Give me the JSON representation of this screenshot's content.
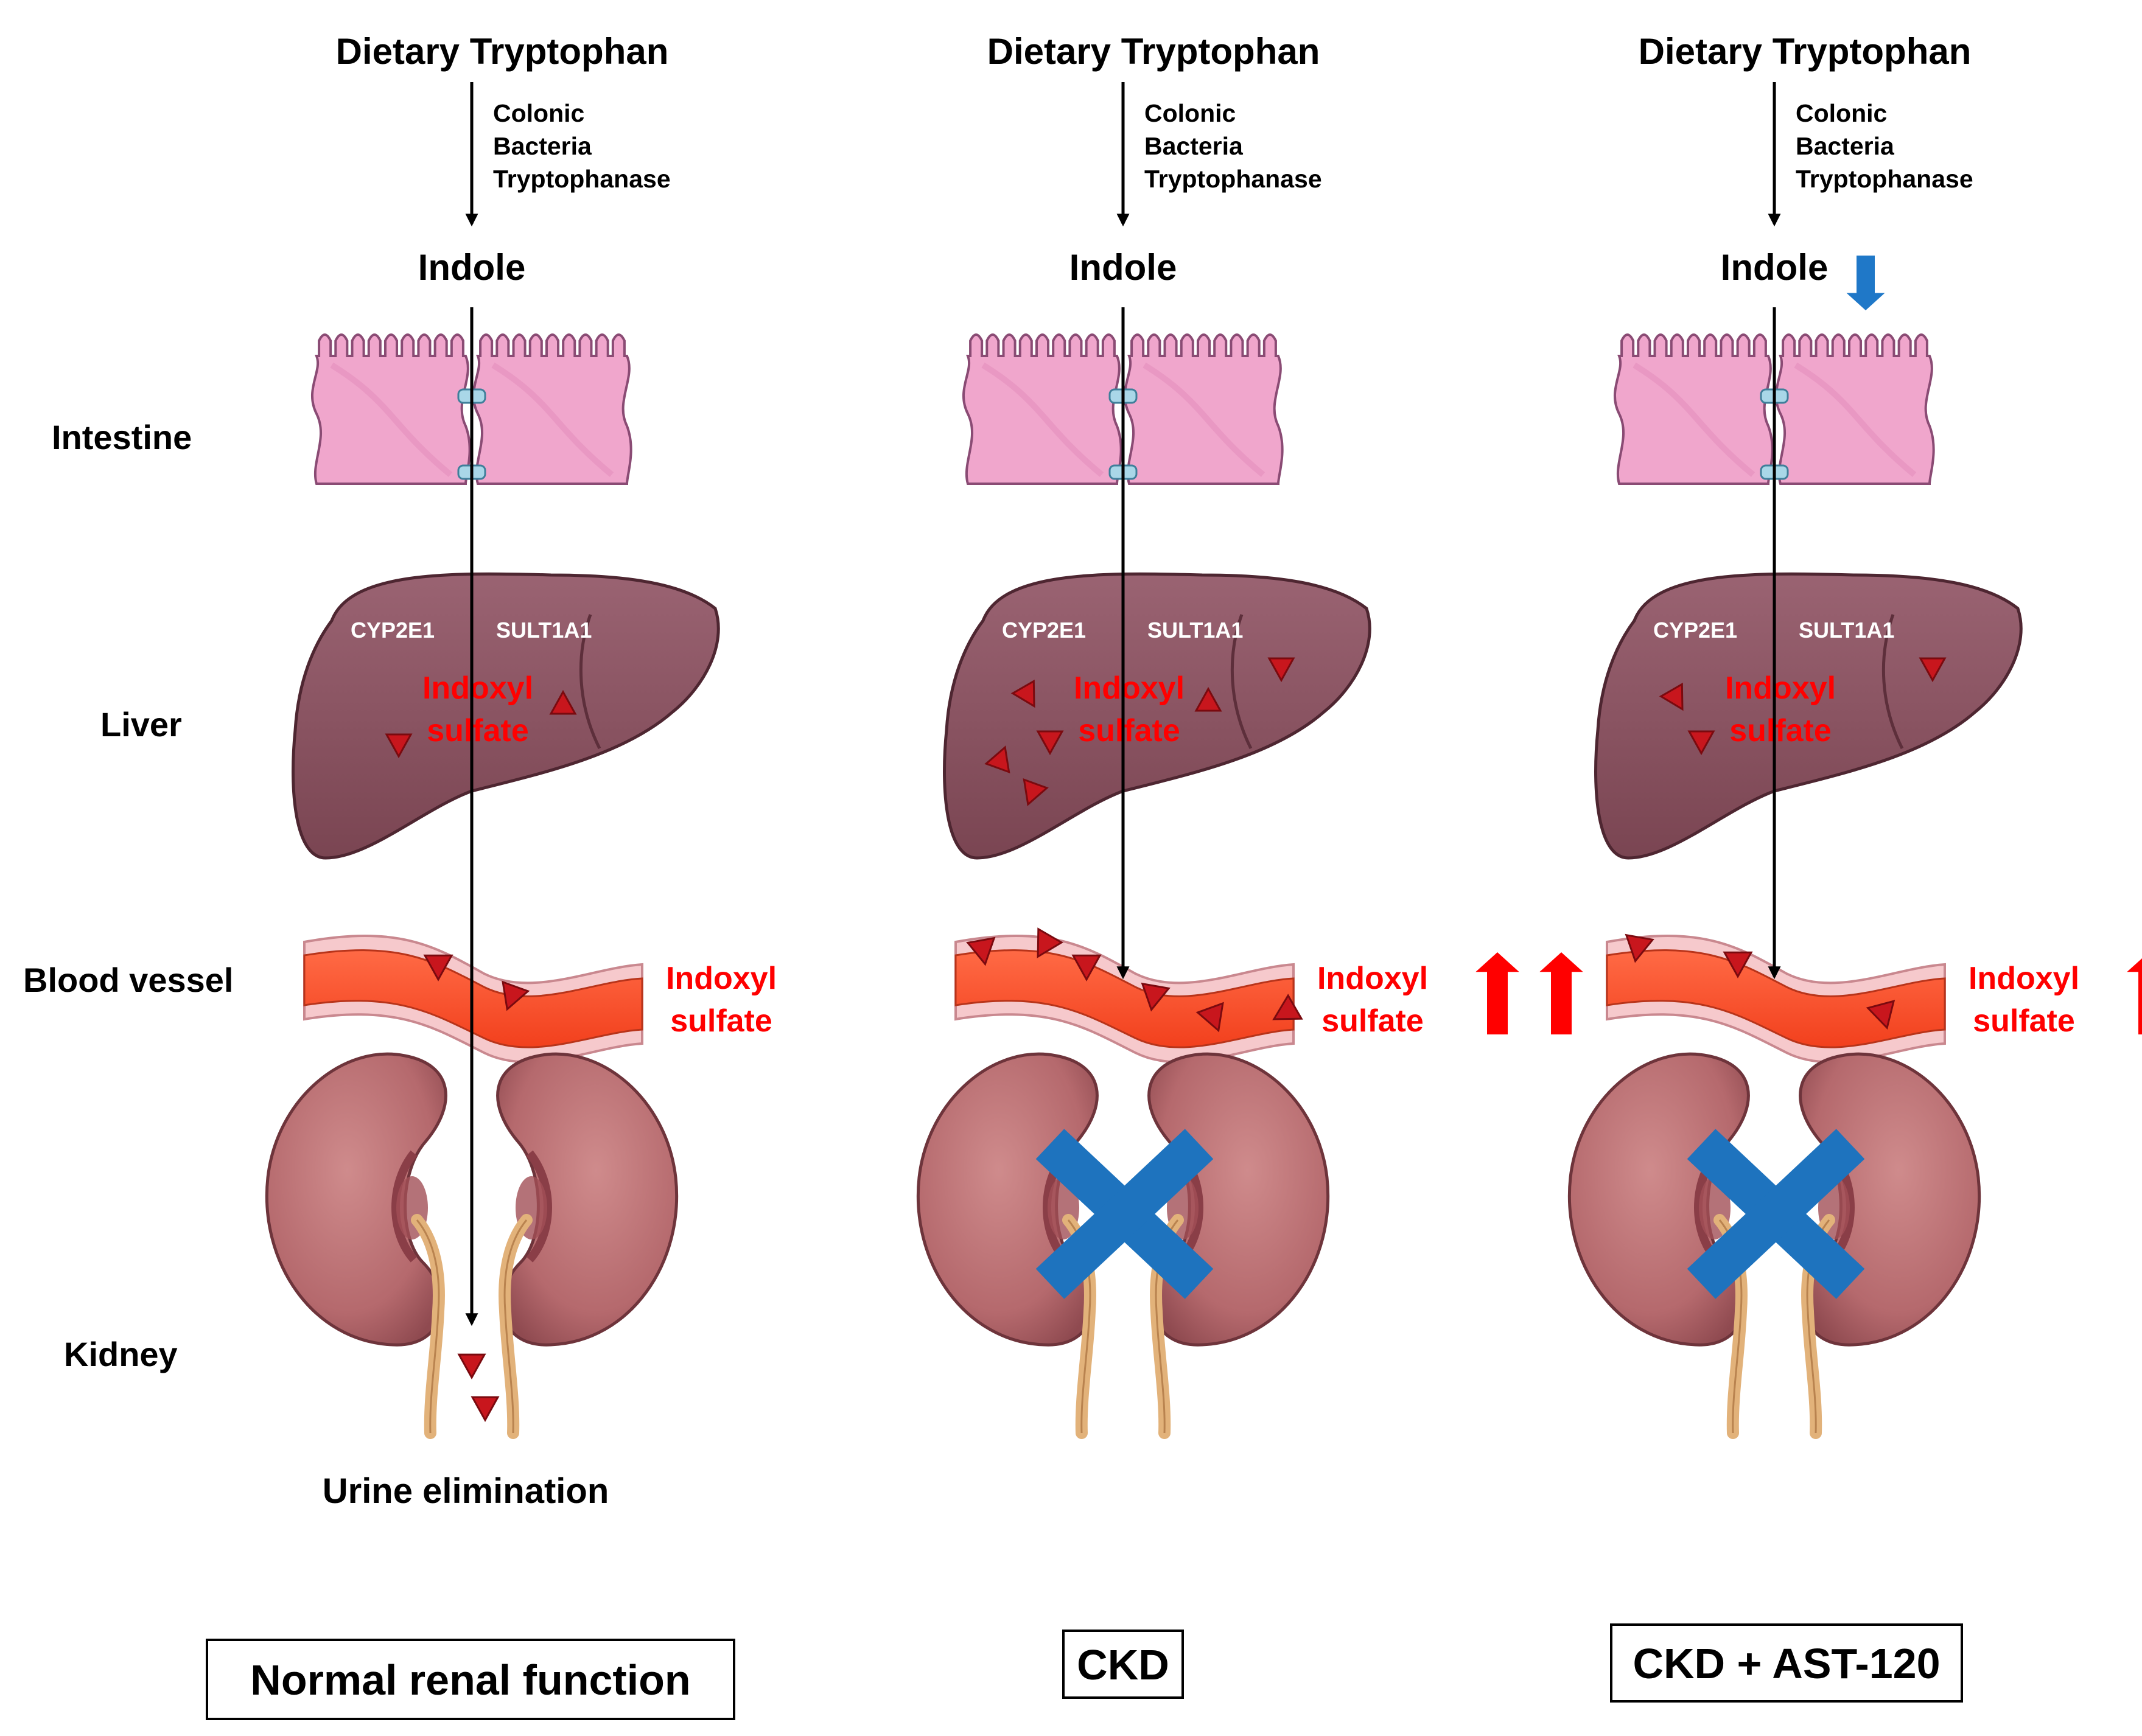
{
  "row_labels": {
    "intestine": "Intestine",
    "liver": "Liver",
    "blood_vessel": "Blood vessel",
    "kidney": "Kidney"
  },
  "columns": [
    {
      "id": "normal",
      "title": "Dietary Tryptophan",
      "enzyme_lines": [
        "Colonic",
        "Bacteria",
        "Tryptophanase"
      ],
      "indole": "Indole",
      "indole_change": "none",
      "liver_enzymes": [
        "CYP2E1",
        "SULT1A1"
      ],
      "liver_product": [
        "Indoxyl",
        "sulfate"
      ],
      "blood_label": [
        "Indoxyl",
        "sulfate"
      ],
      "blood_level_arrows": 0,
      "kidney_blocked": false,
      "outcome": "Urine elimination",
      "condition": "Normal renal function"
    },
    {
      "id": "ckd",
      "title": "Dietary Tryptophan",
      "enzyme_lines": [
        "Colonic",
        "Bacteria",
        "Tryptophanase"
      ],
      "indole": "Indole",
      "indole_change": "none",
      "liver_enzymes": [
        "CYP2E1",
        "SULT1A1"
      ],
      "liver_product": [
        "Indoxyl",
        "sulfate"
      ],
      "blood_label": [
        "Indoxyl",
        "sulfate"
      ],
      "blood_level_arrows": 2,
      "kidney_blocked": true,
      "outcome": "",
      "condition": "CKD"
    },
    {
      "id": "ckd_ast120",
      "title": "Dietary Tryptophan",
      "enzyme_lines": [
        "Colonic",
        "Bacteria",
        "Tryptophanase"
      ],
      "indole": "Indole",
      "indole_change": "decrease",
      "liver_enzymes": [
        "CYP2E1",
        "SULT1A1"
      ],
      "liver_product": [
        "Indoxyl",
        "sulfate"
      ],
      "blood_label": [
        "Indoxyl",
        "sulfate"
      ],
      "blood_level_arrows": 1,
      "kidney_blocked": true,
      "outcome": "",
      "condition": "CKD + AST-120"
    }
  ],
  "colors": {
    "text": "#000000",
    "toxin_red": "#ff0000",
    "toxin_marker": "#c8161d",
    "intestine_pink": "#f0a6cc",
    "liver": "#8a5462",
    "blood": "#ff4e28",
    "kidney": "#b56a6e",
    "ureter": "#e2b27a",
    "block_blue": "#1e73be",
    "indole_arrow_blue": "#1f78c8"
  }
}
